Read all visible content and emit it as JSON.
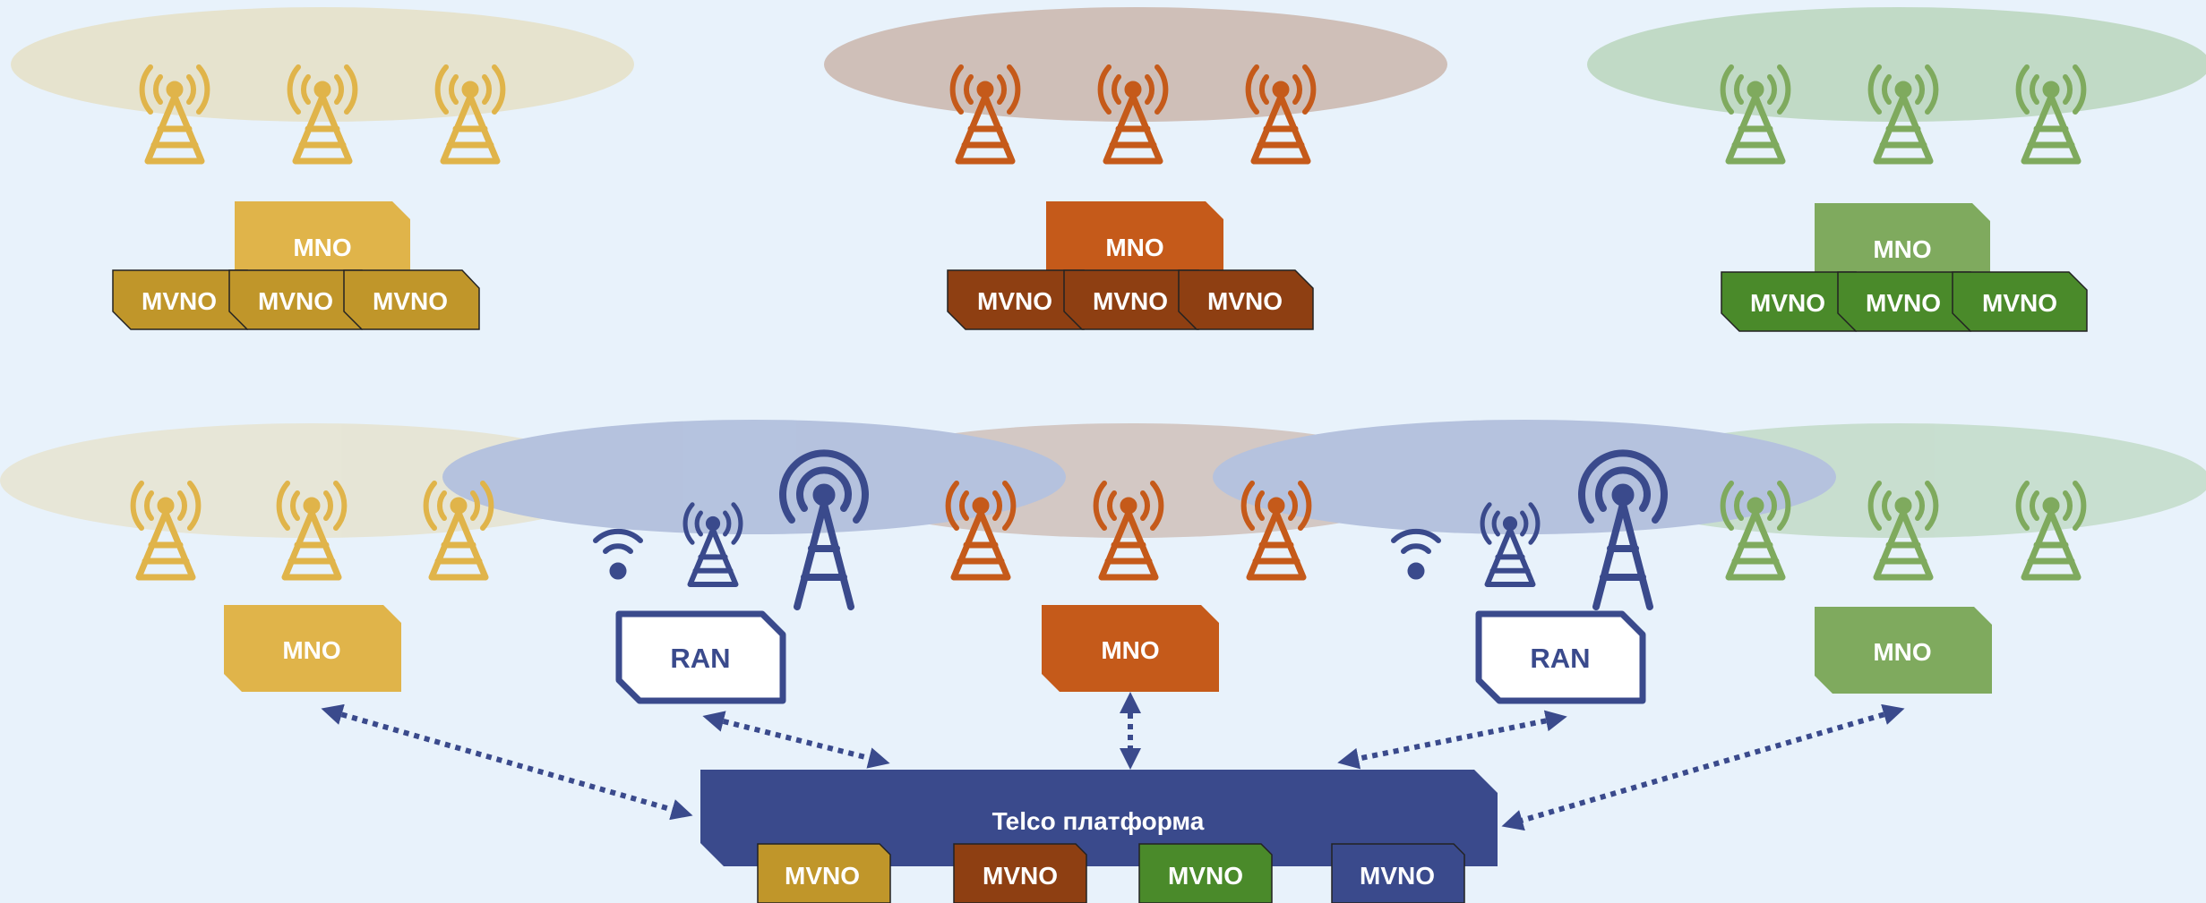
{
  "colors": {
    "background": "#e8f2fb",
    "yellow": "#e0b44a",
    "yellow_dark": "#c0962a",
    "orange": "#c55a1a",
    "orange_dark": "#8e3f12",
    "green_light": "#7faa5e",
    "green_dark": "#4a8a2a",
    "navy": "#3a4a8c",
    "ellipse_yellow": "#e6e3ce",
    "ellipse_brown": "#cfbfb8",
    "ellipse_green": "#c1dac6",
    "ellipse_blue": "#aab8d8"
  },
  "top_row": {
    "groups": [
      {
        "operator": "MNO",
        "subs": [
          "MVNO",
          "MVNO",
          "MVNO"
        ]
      },
      {
        "operator": "MNO",
        "subs": [
          "MVNO",
          "MVNO",
          "MVNO"
        ]
      },
      {
        "operator": "MNO",
        "subs": [
          "MVNO",
          "MVNO",
          "MVNO"
        ]
      }
    ]
  },
  "bottom_row": {
    "operators": [
      "MNO",
      "MNO",
      "MNO"
    ],
    "ran_labels": [
      "RAN",
      "RAN"
    ]
  },
  "platform": {
    "title": "Telco платформа",
    "mvnos": [
      "MVNO",
      "MVNO",
      "MVNO",
      "MVNO"
    ]
  },
  "icons": [
    "cell-tower-icon",
    "wifi-icon",
    "small-cell-icon",
    "macro-tower-icon"
  ]
}
